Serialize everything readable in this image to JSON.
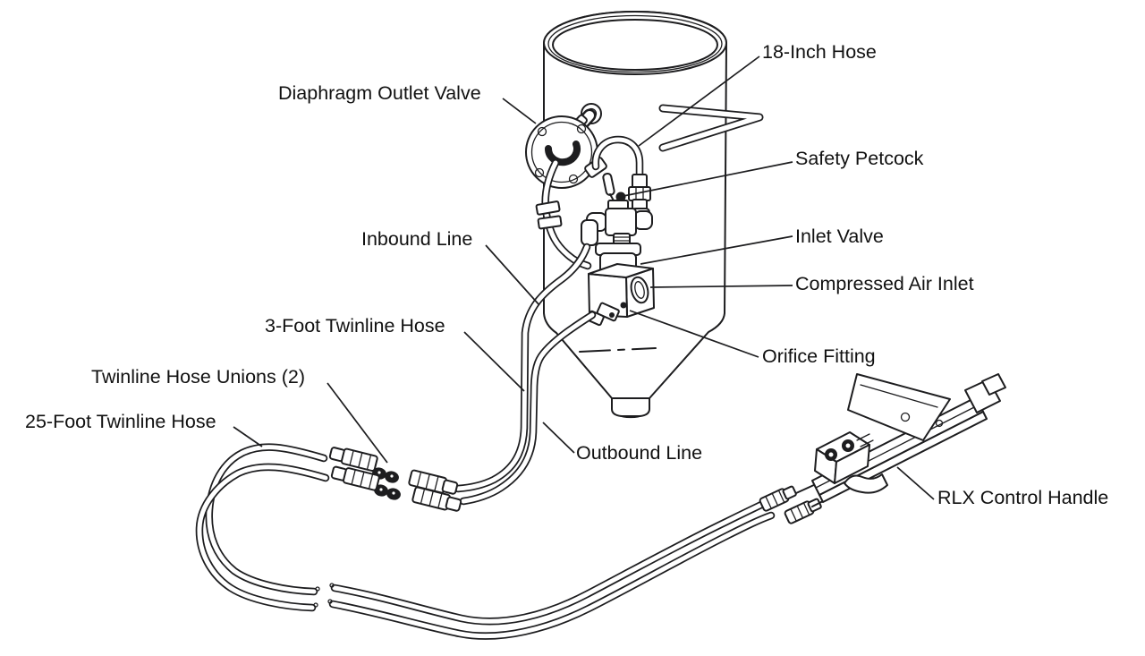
{
  "diagram": {
    "type": "technical-illustration",
    "background": "#ffffff",
    "line_color": "#1d1d1f",
    "labels": [
      {
        "id": "18-inch-hose",
        "text": "18-Inch Hose"
      },
      {
        "id": "diaphragm-outlet-valve",
        "text": "Diaphragm Outlet Valve"
      },
      {
        "id": "safety-petcock",
        "text": "Safety Petcock"
      },
      {
        "id": "inlet-valve",
        "text": "Inlet Valve"
      },
      {
        "id": "inbound-line",
        "text": "Inbound Line"
      },
      {
        "id": "compressed-air-inlet",
        "text": "Compressed Air Inlet"
      },
      {
        "id": "3-foot-twinline-hose",
        "text": "3-Foot Twinline Hose"
      },
      {
        "id": "orifice-fitting",
        "text": "Orifice Fitting"
      },
      {
        "id": "twinline-hose-unions",
        "text": "Twinline Hose Unions (2)"
      },
      {
        "id": "25-foot-twinline-hose",
        "text": "25-Foot Twinline Hose"
      },
      {
        "id": "outbound-line",
        "text": "Outbound Line"
      },
      {
        "id": "rlx-control-handle",
        "text": "RLX Control Handle"
      }
    ]
  }
}
